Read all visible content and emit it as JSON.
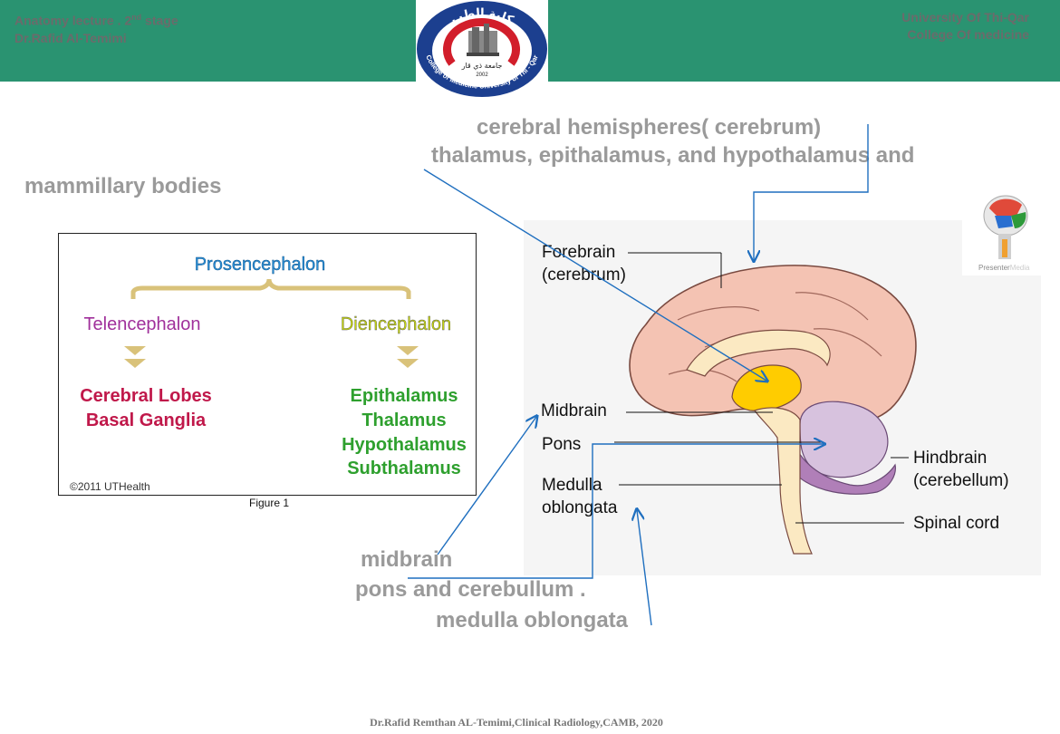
{
  "header": {
    "left_line1_main": "Anatomy lecture . 2",
    "left_line1_sup": "nd",
    "left_line1_tail": " stage",
    "left_line2": "Dr.Rafid Al-Temimi",
    "right_line1": "University Of Thi-Qar",
    "right_line2": "College Of  medicine"
  },
  "logo": {
    "arabic_top": "كلية الطب",
    "arabic_mid": "جامعة ذي قار",
    "year": "2002",
    "ring_text": "College of Medicine University of Thi - Qar"
  },
  "notes": {
    "line1": "cerebral hemispheres( cerebrum)",
    "line2": "thalamus, epithalamus, and hypothalamus and",
    "line3": "mammillary bodies",
    "line4": "midbrain",
    "line5": "pons and  cerebullum .",
    "line6": "medulla oblongata"
  },
  "figure": {
    "root": "Prosencephalon",
    "left_branch": "Telencephalon",
    "right_branch": "Diencephalon",
    "left_items": [
      "Cerebral Lobes",
      "Basal Ganglia"
    ],
    "right_items": [
      "Epithalamus",
      "Thalamus",
      "Hypothalamus",
      "Subthalamus"
    ],
    "copyright": "©2011 UTHealth",
    "caption": "Figure 1"
  },
  "brain_labels": {
    "forebrain": "Forebrain",
    "forebrain_sub": "(cerebrum)",
    "midbrain": "Midbrain",
    "pons": "Pons",
    "medulla": "Medulla",
    "medulla_sub": "oblongata",
    "hindbrain": "Hindbrain",
    "hindbrain_sub": "(cerebellum)",
    "spinal": "Spinal cord"
  },
  "watermark": {
    "brand_a": "Presenter",
    "brand_b": "Media"
  },
  "footer": "Dr.Rafid Remthan AL-Temimi,Clinical Radiology,CAMB, 2020",
  "colors": {
    "header_green": "#2a9371",
    "arrow_blue": "#1f6fbf",
    "note_gray": "#9a9a9a",
    "pros_blue": "#2a8fd6",
    "tel_purple": "#a0309b",
    "dien_yellow": "#c8d80a",
    "lobes_red": "#c0184a",
    "epi_green": "#2ea02e"
  }
}
